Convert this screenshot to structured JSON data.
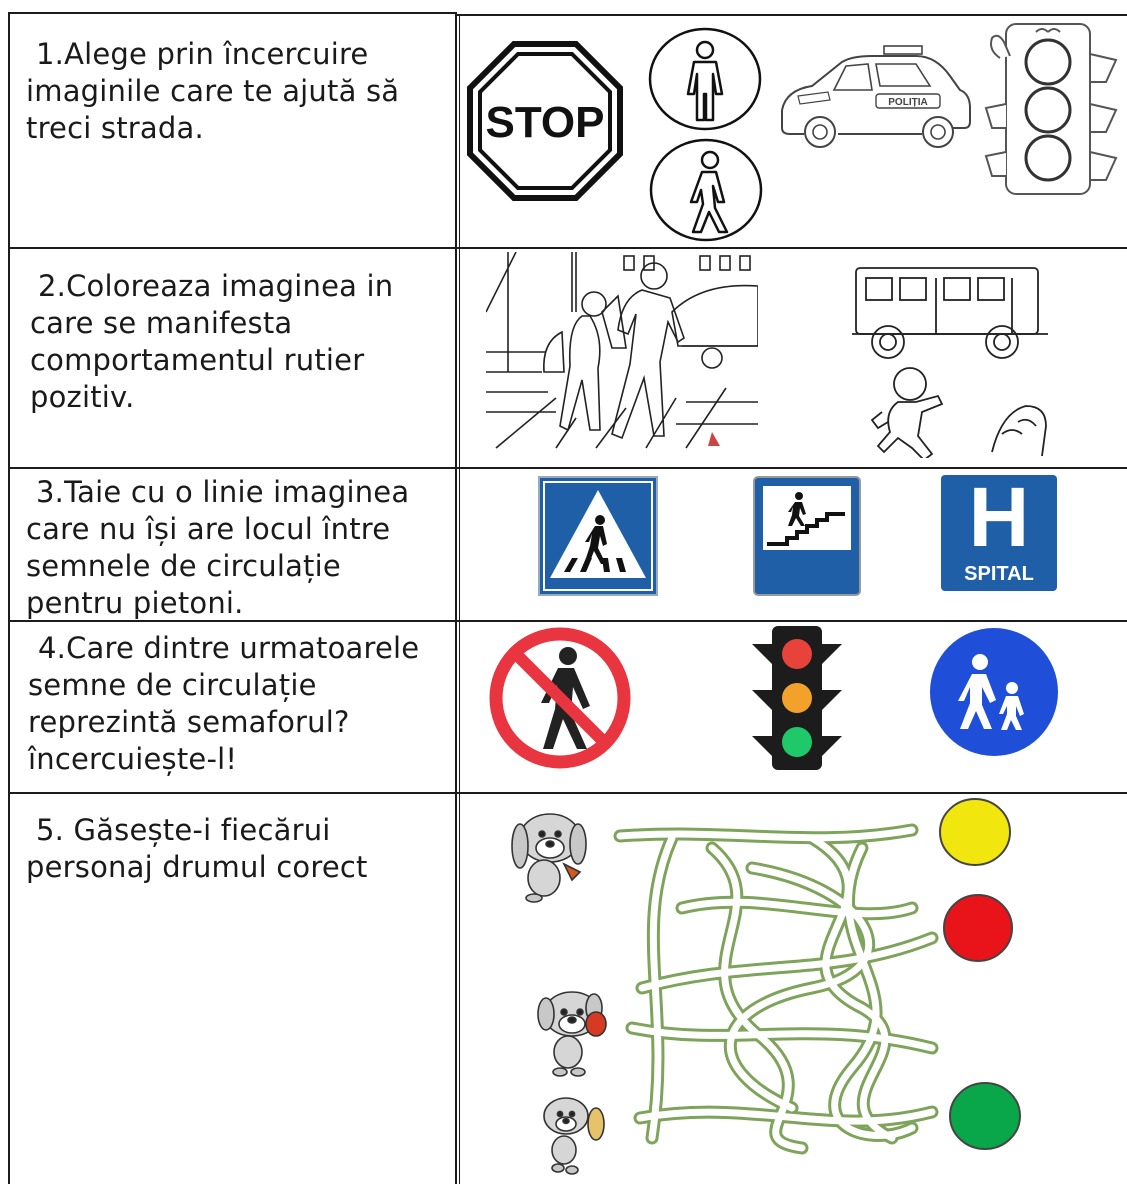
{
  "worksheet": {
    "rows": [
      {
        "text_lines": [
          "1.Alege prin încercuire",
          "imaginile care te ajută să",
          "treci strada."
        ],
        "icons": [
          "stop-sign-icon",
          "pedestrian-standing-icon",
          "pedestrian-walking-icon",
          "police-car-icon",
          "traffic-light-character-icon"
        ],
        "stop_label": "STOP",
        "police_label": "POLIȚIA"
      },
      {
        "text_lines": [
          "2.Coloreaza imaginea in",
          "care se manifesta",
          "comportamentul rutier",
          "pozitiv."
        ],
        "icons": [
          "children-crosswalk-scene",
          "boy-running-near-bus-scene"
        ]
      },
      {
        "text_lines": [
          "3.Taie cu o linie imaginea",
          "care nu își are locul între",
          "semnele de circulație",
          "pentru pietoni."
        ],
        "icons": [
          "crosswalk-sign-icon",
          "pedestrian-underpass-sign-icon",
          "hospital-sign-icon"
        ],
        "hospital_letter": "H",
        "hospital_label": "SPITAL"
      },
      {
        "text_lines": [
          "4.Care dintre urmatoarele",
          "semne de circulație",
          "reprezintă semaforul?",
          "încercuiește-l!"
        ],
        "icons": [
          "no-pedestrians-sign-icon",
          "traffic-light-icon",
          "pedestrian-path-sign-icon"
        ]
      },
      {
        "text_lines": [
          "5. Găsește-i fiecărui",
          "personaj drumul corect"
        ],
        "icons": [
          "bunny-character-icon",
          "maze-paths",
          "yellow-light-icon",
          "red-light-icon",
          "green-light-icon"
        ]
      }
    ],
    "colors": {
      "sign_blue": "#1f5fa8",
      "prohibition_red": "#e8353f",
      "light_red": "#e8141a",
      "light_yellow": "#f2e60f",
      "light_green": "#0aa64a",
      "maze_green": "#7ea35a"
    }
  }
}
